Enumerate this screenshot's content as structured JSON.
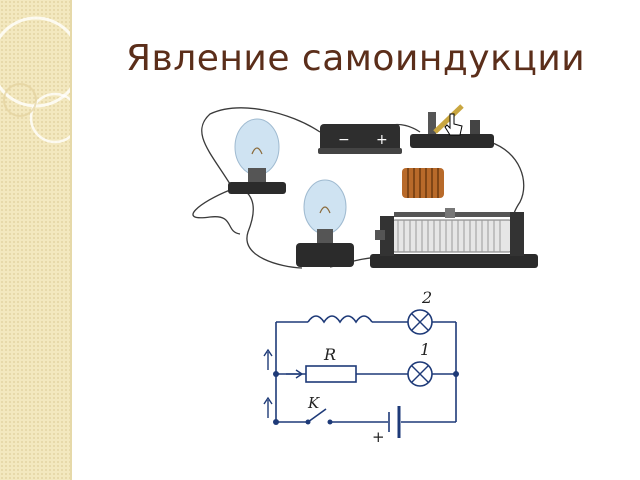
{
  "slide": {
    "title": "Явление самоиндукции"
  },
  "apparatus": {
    "battery_minus": "−",
    "battery_plus": "+"
  },
  "schematic": {
    "lamp_top_label": "2",
    "lamp_bottom_label": "1",
    "resistor_label": "R",
    "switch_label": "K",
    "battery_plus": "+"
  },
  "colors": {
    "title": "#5b2e1a",
    "side_strip": "#f3e8bf",
    "wire": "#1e3a78",
    "bulb": "#cfe3f2",
    "coil": "#b86a2a"
  }
}
